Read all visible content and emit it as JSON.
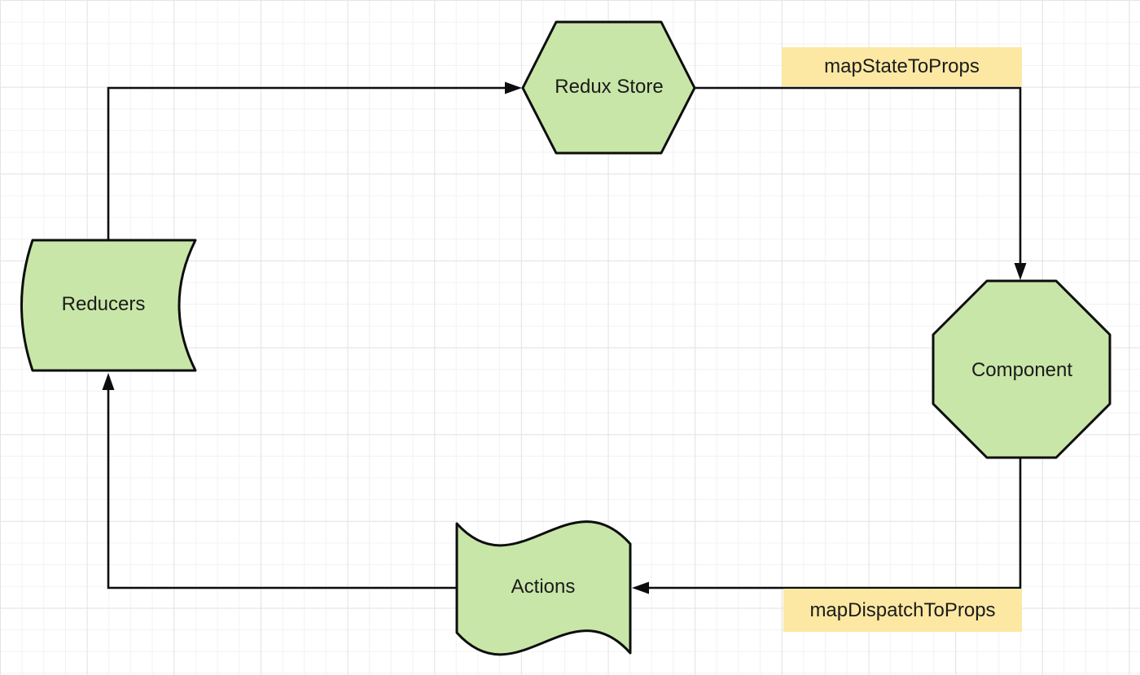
{
  "diagram": {
    "type": "flowchart",
    "description": "Redux data flow cycle diagram on a light grid background",
    "nodes": [
      {
        "id": "redux-store",
        "label": "Redux Store",
        "shape": "hexagon",
        "fill": "#c8e6a8",
        "stroke": "#0d0d0d"
      },
      {
        "id": "component",
        "label": "Component",
        "shape": "octagon",
        "fill": "#c8e6a8",
        "stroke": "#0d0d0d"
      },
      {
        "id": "reducers",
        "label": "Reducers",
        "shape": "stored-data",
        "fill": "#c8e6a8",
        "stroke": "#0d0d0d"
      },
      {
        "id": "actions",
        "label": "Actions",
        "shape": "tape",
        "fill": "#c8e6a8",
        "stroke": "#0d0d0d"
      }
    ],
    "edge_labels": [
      {
        "id": "map-state-to-props",
        "label": "mapStateToProps",
        "fill": "#fce8a2"
      },
      {
        "id": "map-dispatch-to-props",
        "label": "mapDispatchToProps",
        "fill": "#fce8a2"
      }
    ],
    "edges": [
      {
        "from": "Reducers",
        "to": "Redux Store",
        "label": ""
      },
      {
        "from": "Redux Store",
        "to": "Component",
        "label": "mapStateToProps"
      },
      {
        "from": "Component",
        "to": "Actions",
        "label": "mapDispatchToProps"
      },
      {
        "from": "Actions",
        "to": "Reducers",
        "label": ""
      }
    ],
    "colors": {
      "node_fill": "#c8e6a8",
      "node_stroke": "#0d0d0d",
      "edge_label_fill": "#fce8a2",
      "connector": "#0d0d0d",
      "text": "#1b1b1b",
      "grid_minor": "#f2f2f2",
      "grid_major": "#e4e4e4",
      "background": "#ffffff"
    }
  }
}
